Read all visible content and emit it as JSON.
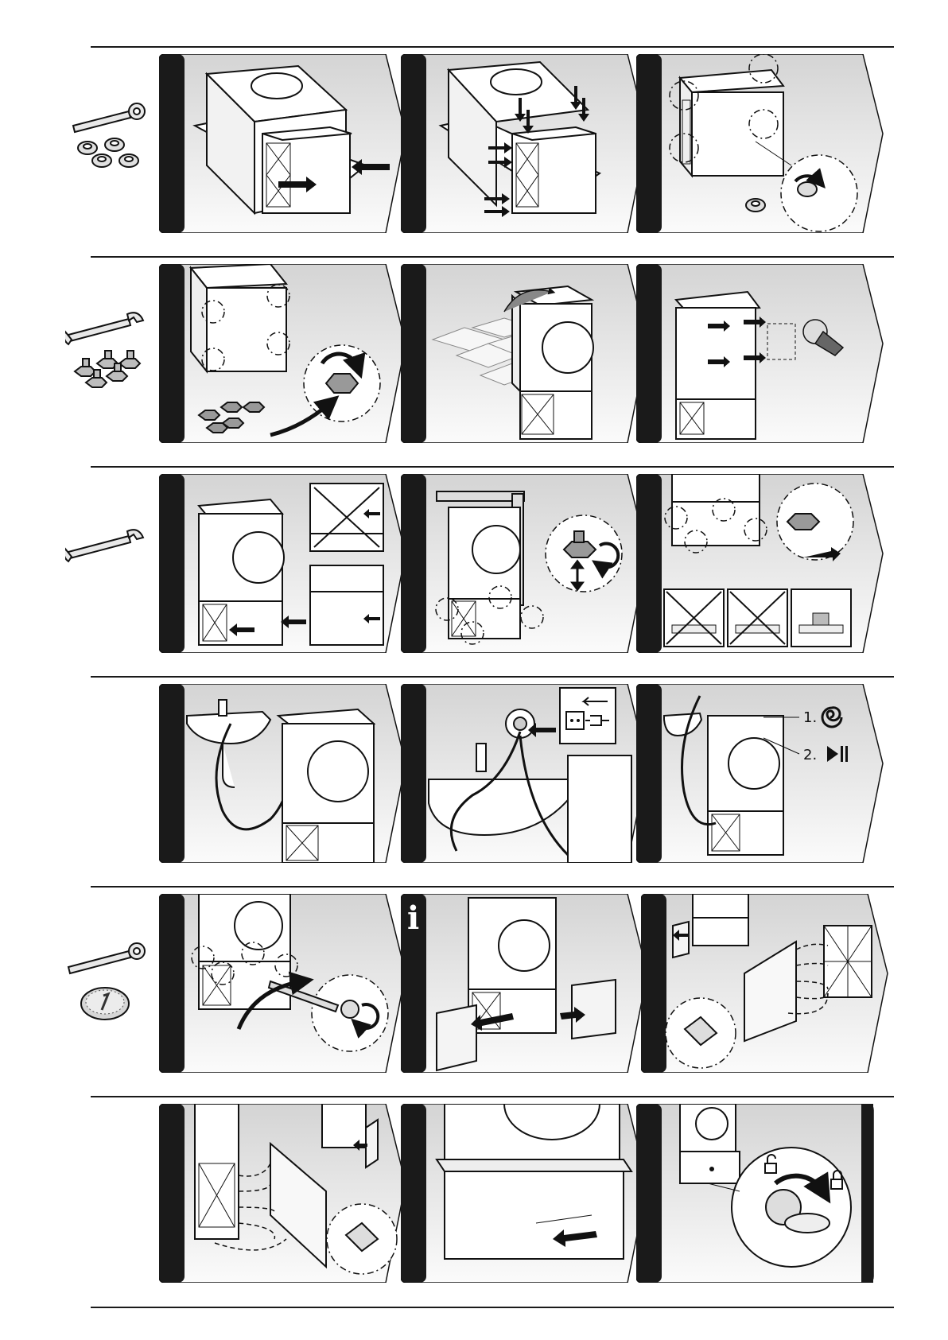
{
  "panels": {
    "r4c3": {
      "step1_label": "1.",
      "step2_label": "2."
    },
    "r5c2": {
      "info_glyph": "i"
    }
  },
  "icons": [
    "wrench-icon",
    "nut-icon",
    "open-end-wrench-icon",
    "leveling-foot-icon",
    "coin-icon",
    "spiral-icon",
    "play-pause-icon",
    "socket-plug-icon",
    "padlock-icon",
    "info-icon",
    "arrow-icon"
  ],
  "colors": {
    "panel_bg_top": "#d8d8d8",
    "panel_bg_bottom": "#fafafa",
    "panel_stripe": "#1a1a1a",
    "line": "#111111"
  }
}
